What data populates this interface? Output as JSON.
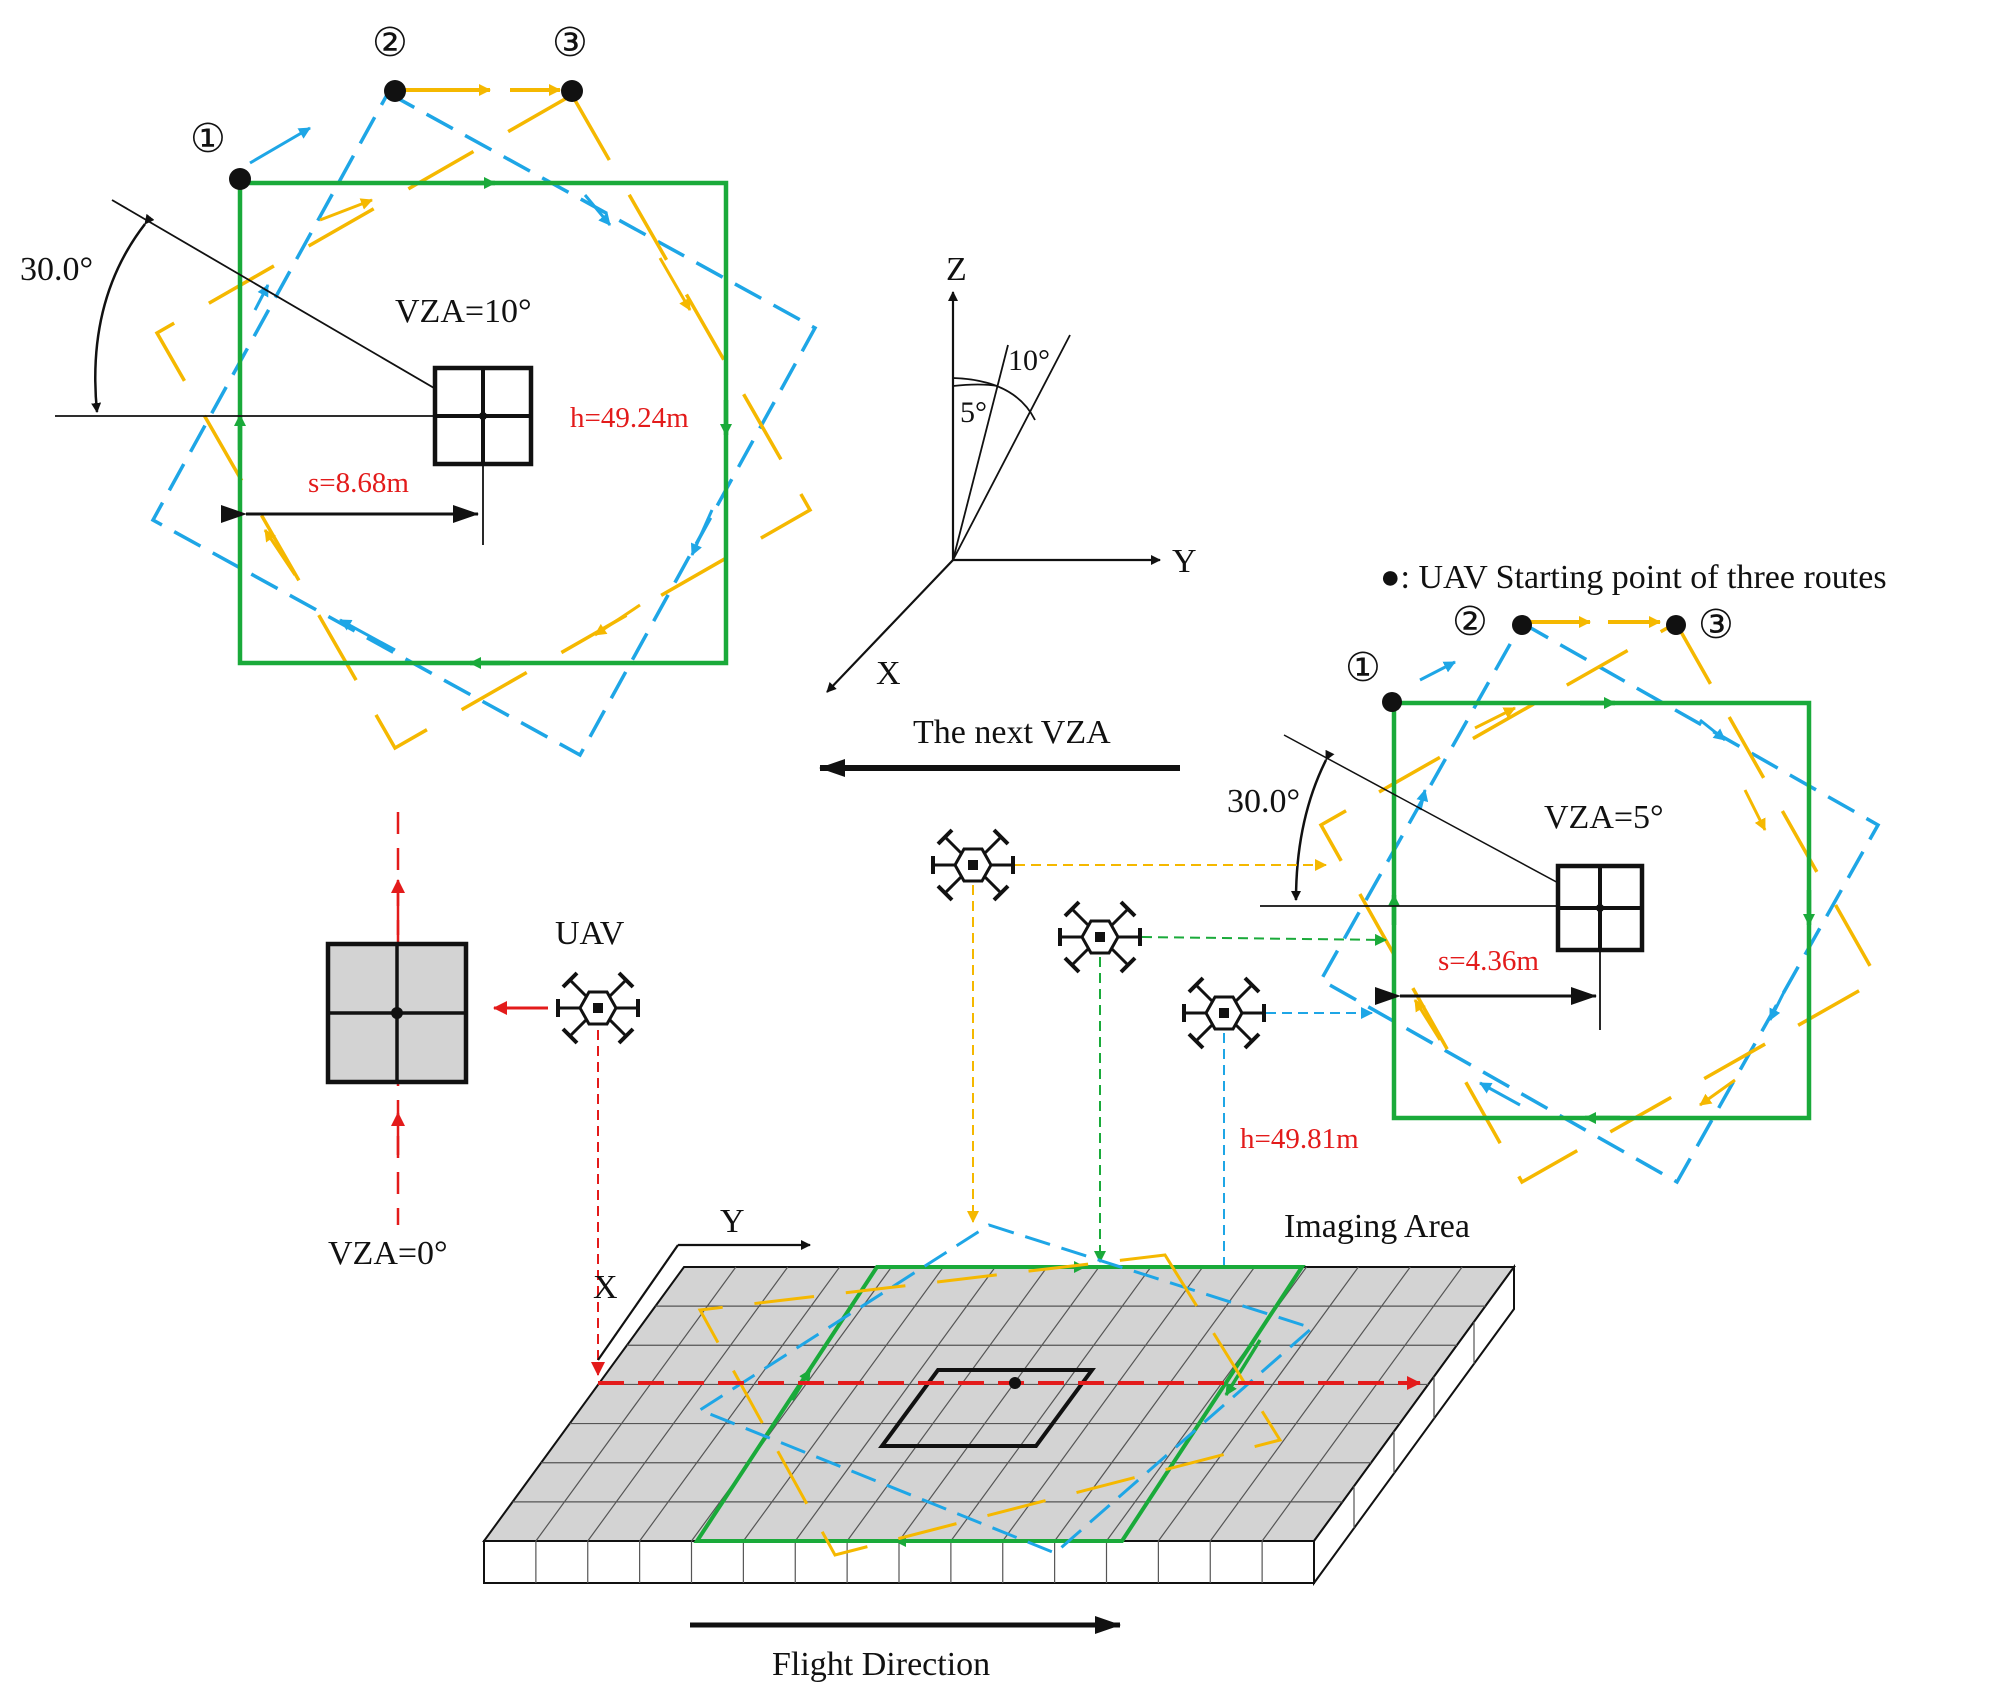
{
  "labels": {
    "route1": "①",
    "route2": "②",
    "route3": "③",
    "vza10": "VZA=10°",
    "vza5": "VZA=5°",
    "vza0": "VZA=0°",
    "angle30_a": "30.0°",
    "angle30_b": "30.0°",
    "h10": "h=49.24m",
    "s10": "s=8.68m",
    "h5": "h=49.81m",
    "s5": "s=4.36m",
    "axis_z": "Z",
    "axis_y": "Y",
    "axis_x": "X",
    "angle_10": "10°",
    "angle_5": "5°",
    "legend": "●: UAV Starting point of three routes",
    "next_vza": "The next VZA",
    "uav": "UAV",
    "imaging_area": "Imaging Area",
    "grid_y": "Y",
    "grid_x": "X",
    "flight_direction": "Flight Direction"
  },
  "colors": {
    "green": "#1aaa3a",
    "blue": "#1ea6e6",
    "orange": "#f5b800",
    "red": "#e31b1b",
    "gray": "#d3d3d3",
    "black": "#111111"
  }
}
